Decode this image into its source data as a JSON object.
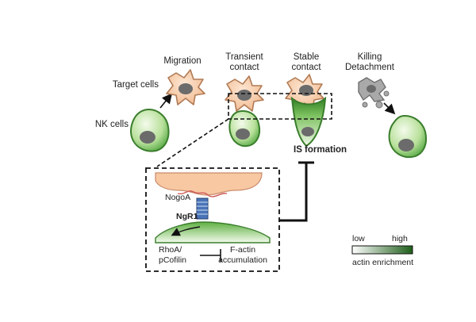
{
  "labels": {
    "migration": "Migration",
    "transient_1": "Transient",
    "transient_2": "contact",
    "stable_1": "Stable",
    "stable_2": "contact",
    "killing_1": "Killing",
    "killing_2": "Detachment",
    "target_cells": "Target cells",
    "nk_cells": "NK cells",
    "is_formation": "IS formation",
    "nogoa": "NogoA",
    "ngr1": "NgR1",
    "rhoa_1": "RhoA/",
    "rhoa_2": "pCofilin",
    "factin_1": "F-actin",
    "factin_2": "accumulation"
  },
  "legend": {
    "low": "low",
    "high": "high",
    "caption": "actin enrichment",
    "low_color": "#ffffff",
    "high_color": "#1e5e1a"
  },
  "colors": {
    "target_fill": "#f7c8a2",
    "target_stroke": "#b07a55",
    "nk_light": "#f2fbe9",
    "nk_dark": "#3f9a2f",
    "nk_stroke": "#3a7d2c",
    "nucleus": "#6b6b6b",
    "dead_cell": "#a9a9a9"
  }
}
